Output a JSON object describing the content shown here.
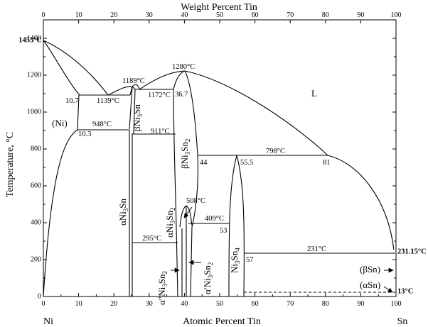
{
  "diagram": {
    "top_axis_title": "Weight Percent Tin",
    "bottom_axis_title": "Atomic Percent Tin",
    "y_axis_title": "Temperature, °C",
    "left_element": "Ni",
    "right_element": "Sn",
    "x_ticks": [
      "0",
      "10",
      "20",
      "30",
      "40",
      "50",
      "60",
      "70",
      "80",
      "90",
      "100"
    ],
    "top_ticks": [
      "0",
      "10",
      "20",
      "30",
      "40",
      "50",
      "60",
      "70",
      "80",
      "90",
      "100"
    ],
    "y_ticks": [
      "0",
      "200",
      "400",
      "600",
      "800",
      "1000",
      "1200",
      "1400"
    ],
    "temperatures": {
      "ni_melt": "1455°C",
      "sn_melt": "231.15°C",
      "allotropic": "13°C",
      "t1139": "1139°C",
      "t948": "948°C",
      "t1189": "1189°C",
      "t1172": "1172°C",
      "t1280": "1280°C",
      "t911": "911°C",
      "t798": "798°C",
      "t508": "508°C",
      "t409": "409°C",
      "t295": "295°C",
      "t231": "231°C"
    },
    "compositions": {
      "c10_7": "10.7",
      "c10_3": "10.3",
      "c36_7": "36.7",
      "c44": "44",
      "c55_5": "55.5",
      "c81": "81",
      "c53": "53",
      "c57": "57"
    },
    "phases": {
      "liquid": "L",
      "ni": "(Ni)",
      "beta_sn": "(βSn)",
      "alpha_sn": "(αSn)"
    }
  }
}
